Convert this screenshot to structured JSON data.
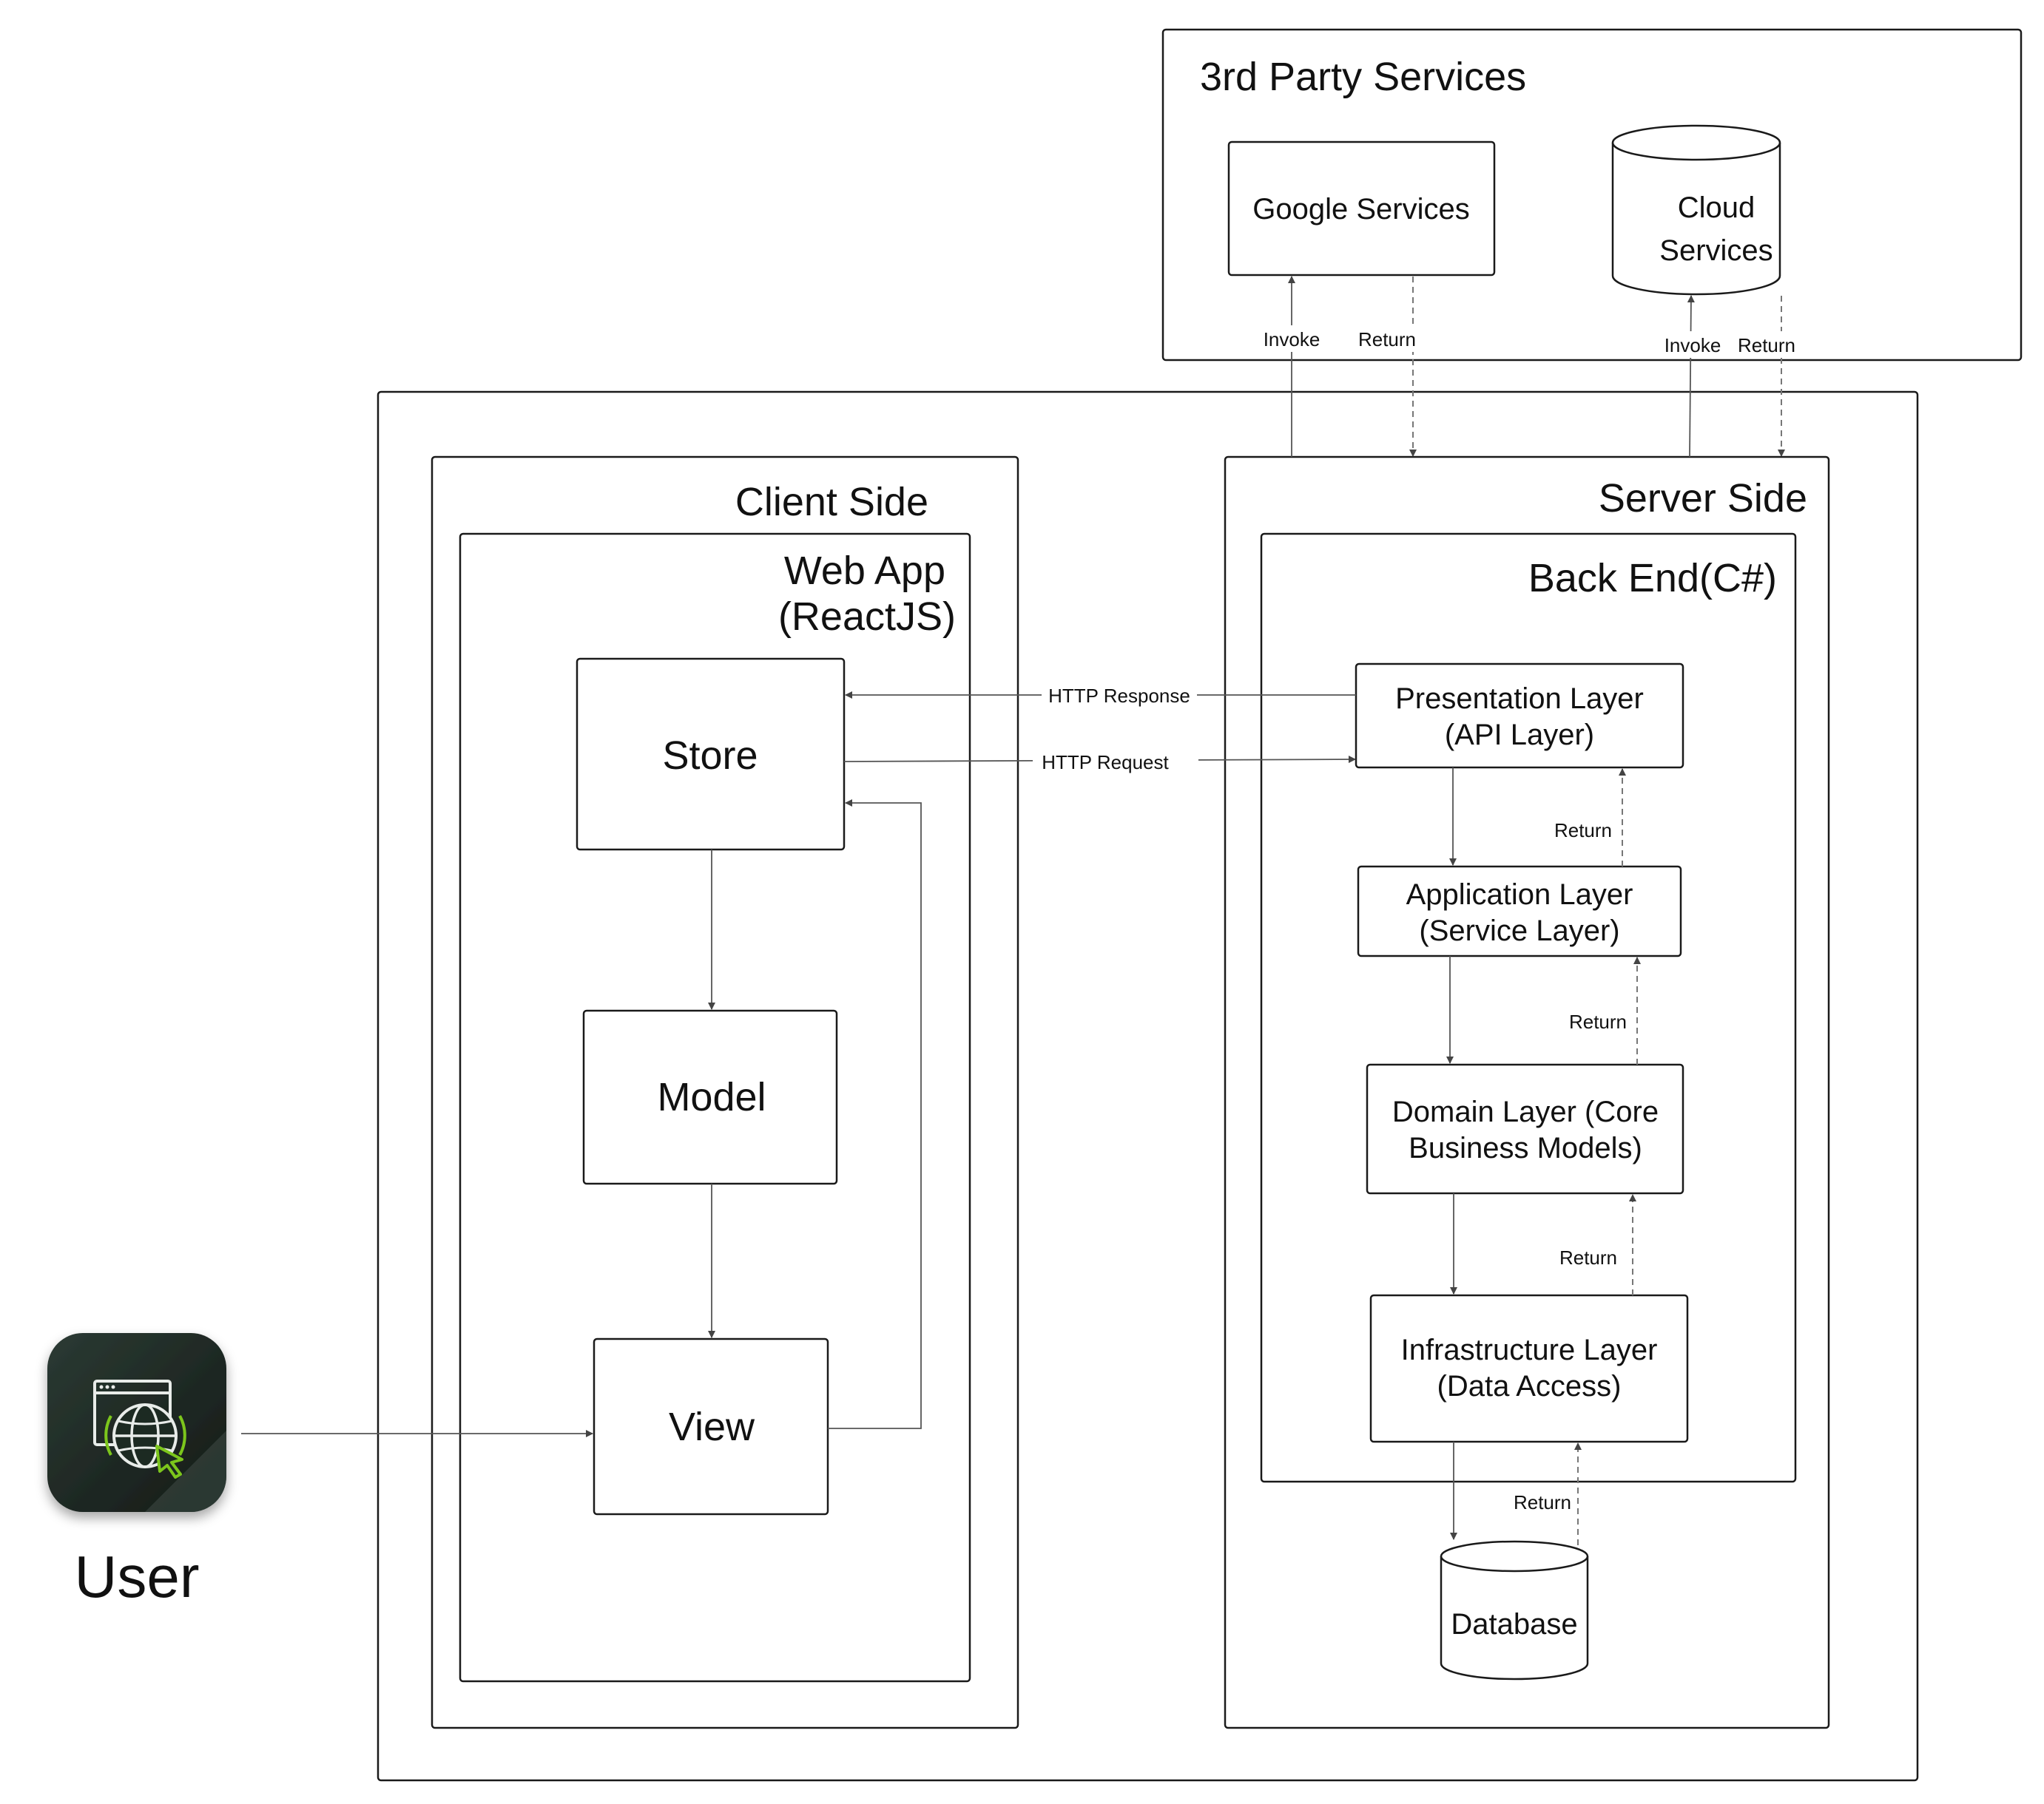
{
  "third_party": {
    "title": "3rd  Party Services",
    "google": "Google Services",
    "cloud_line1": "Cloud",
    "cloud_line2": "Services",
    "invoke_google": "Invoke",
    "return_google": "Return",
    "invoke_cloud": "Invoke",
    "return_cloud": "Return"
  },
  "client": {
    "title": "Client Side",
    "webapp_line1": "Web App",
    "webapp_line2": "(ReactJS)",
    "store": "Store",
    "model": "Model",
    "view": "View"
  },
  "server": {
    "title": "Server Side",
    "backend": "Back End(C#)",
    "presentation_line1": "Presentation Layer",
    "presentation_line2": "(API Layer)",
    "application_line1": "Application Layer",
    "application_line2": "(Service Layer)",
    "domain_line1": "Domain Layer (Core",
    "domain_line2": "Business Models)",
    "infra_line1": "Infrastructure Layer",
    "infra_line2": "(Data Access)",
    "database": "Database",
    "return_1": "Return",
    "return_2": "Return",
    "return_3": "Return",
    "return_4": "Return"
  },
  "http": {
    "response": "HTTP Response",
    "request": "HTTP Request"
  },
  "user": {
    "label": "User",
    "icon": "web-app-globe-cursor-icon"
  },
  "colors": {
    "icon_bg": "#1f2a24",
    "icon_accent": "#7cc61a"
  }
}
